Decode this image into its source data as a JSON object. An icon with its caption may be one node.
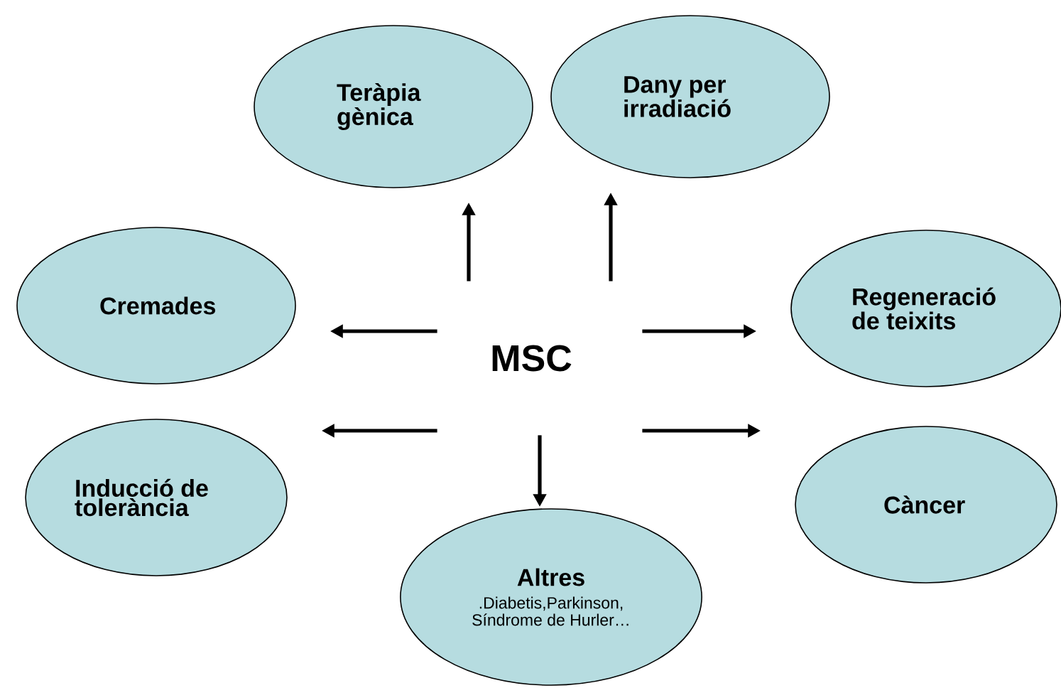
{
  "diagram": {
    "nodes": [
      {
        "text": [
          "MSC"
        ]
      },
      {
        "text": [
          "Teràpia gènica"
        ]
      },
      {
        "text": [
          "Dany per irradiació"
        ]
      },
      {
        "text": [
          "Cremades"
        ]
      },
      {
        "text": [
          "Regeneració de teixits"
        ]
      },
      {
        "text": [
          "Inducció de tolerància"
        ]
      },
      {
        "text": [
          "Càncer"
        ]
      },
      {
        "text": [
          "Altres",
          ".Diabetis,Parkinson, Síndrome de Hurler…"
        ]
      }
    ],
    "edges": [
      {
        "from": 0,
        "to": 1,
        "arrow": "to"
      },
      {
        "from": 0,
        "to": 2,
        "arrow": "to"
      },
      {
        "from": 0,
        "to": 3,
        "arrow": "to"
      },
      {
        "from": 0,
        "to": 4,
        "arrow": "to"
      },
      {
        "from": 0,
        "to": 5,
        "arrow": "to"
      },
      {
        "from": 0,
        "to": 6,
        "arrow": "to"
      },
      {
        "from": 0,
        "to": 7,
        "arrow": "to"
      }
    ]
  }
}
